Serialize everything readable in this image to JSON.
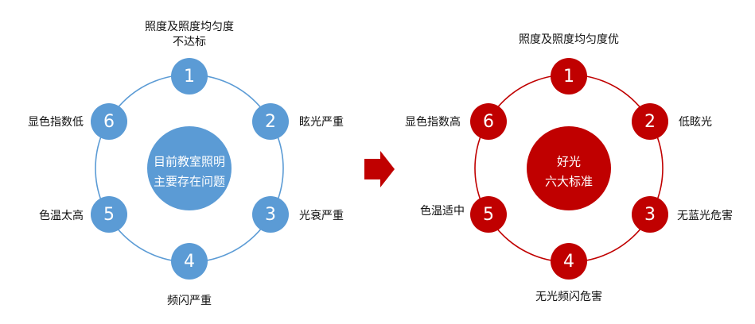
{
  "colors": {
    "left_accent": "#5b9bd5",
    "right_accent": "#c00000",
    "arrow": "#c00000",
    "text": "#111111"
  },
  "left_diagram": {
    "center_lines": [
      "目前教室照明",
      "主要存在问题"
    ],
    "nodes": [
      {
        "number": "1",
        "label_lines": [
          "照度及照度均匀度",
          "不达标"
        ]
      },
      {
        "number": "2",
        "label_lines": [
          "眩光严重"
        ]
      },
      {
        "number": "3",
        "label_lines": [
          "光衰严重"
        ]
      },
      {
        "number": "4",
        "label_lines": [
          "频闪严重"
        ]
      },
      {
        "number": "5",
        "label_lines": [
          "色温太高"
        ]
      },
      {
        "number": "6",
        "label_lines": [
          "显色指数低"
        ]
      }
    ]
  },
  "right_diagram": {
    "center_lines": [
      "好光",
      "六大标准"
    ],
    "nodes": [
      {
        "number": "1",
        "label_lines": [
          "照度及照度均匀度优"
        ]
      },
      {
        "number": "2",
        "label_lines": [
          "低眩光"
        ]
      },
      {
        "number": "3",
        "label_lines": [
          "无蓝光危害"
        ]
      },
      {
        "number": "4",
        "label_lines": [
          "无光频闪危害"
        ]
      },
      {
        "number": "5",
        "label_lines": [
          "色温适中"
        ]
      },
      {
        "number": "6",
        "label_lines": [
          "显色指数高"
        ]
      }
    ]
  },
  "arrow_icon": "right-arrow-icon"
}
